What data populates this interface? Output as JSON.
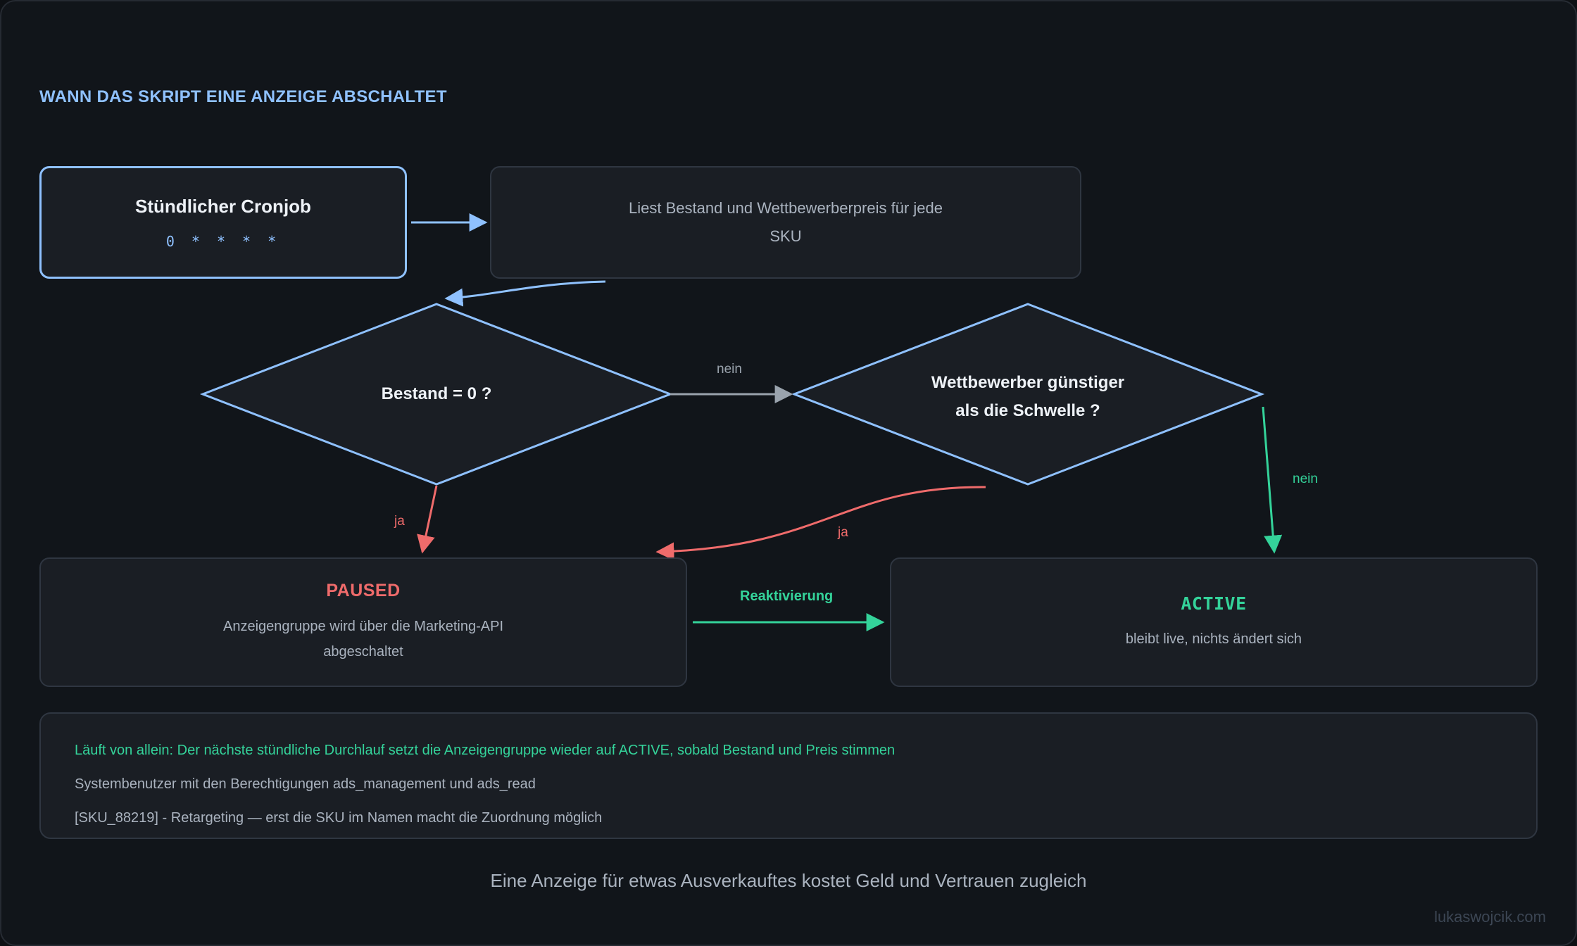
{
  "title": "WANN DAS SKRIPT EINE ANZEIGE ABSCHALTET",
  "nodes": {
    "cron": {
      "title": "Stündlicher Cronjob",
      "code": "0 * * * *"
    },
    "read": {
      "text": "Liest Bestand und Wettbewerberpreis für jede SKU"
    },
    "stock_check": {
      "text": "Bestand = 0 ?"
    },
    "price_check": {
      "line1": "Wettbewerber günstiger",
      "line2": "als die Schwelle ?"
    },
    "paused": {
      "title": "PAUSED",
      "text": "Anzeigengruppe wird über die Marketing-API abgeschaltet"
    },
    "active": {
      "title": "ACTIVE",
      "text": "bleibt live, nichts ändert sich"
    }
  },
  "edges": {
    "stock_no": "nein",
    "stock_yes": "ja",
    "price_yes": "ja",
    "price_no": "nein",
    "reactivate": "Reaktivierung"
  },
  "notes": [
    "Läuft von allein: Der nächste stündliche Durchlauf setzt die Anzeigengruppe wieder auf ACTIVE, sobald Bestand und Preis stimmen",
    "Systembenutzer mit den Berechtigungen ads_management und ads_read",
    "[SKU_88219] - Retargeting — erst die SKU im Namen macht die Zuordnung möglich"
  ],
  "footer": "Eine Anzeige für etwas Ausverkauftes kostet Geld und Vertrauen zugleich",
  "credit": "lukaswojcik.com",
  "colors": {
    "accent": "#8fc1ff",
    "danger": "#ef6b6b",
    "success": "#34d39a",
    "neutral": "#9aa3ad"
  }
}
